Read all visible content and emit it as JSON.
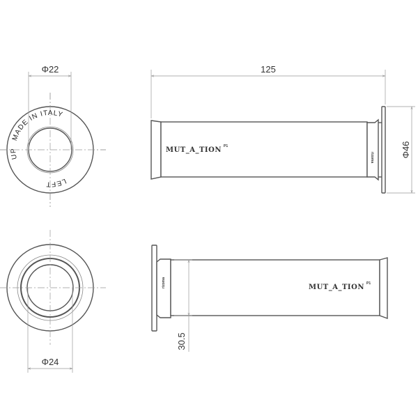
{
  "dimensions": {
    "top_inner_diameter": "Φ22",
    "length": "125",
    "flange_diameter": "Φ46",
    "bottom_inner_diameter": "Φ24",
    "body_diameter": "30.5"
  },
  "end_cap_text": {
    "made_in_italy": "MADE IN ITALY",
    "left": "LEFT",
    "up": "UP"
  },
  "branding": {
    "product_name": "MUT_A_TION",
    "product_mark": "P1",
    "logo_text": "rizoma"
  },
  "colors": {
    "line": "#555555",
    "dimension": "#999999"
  }
}
